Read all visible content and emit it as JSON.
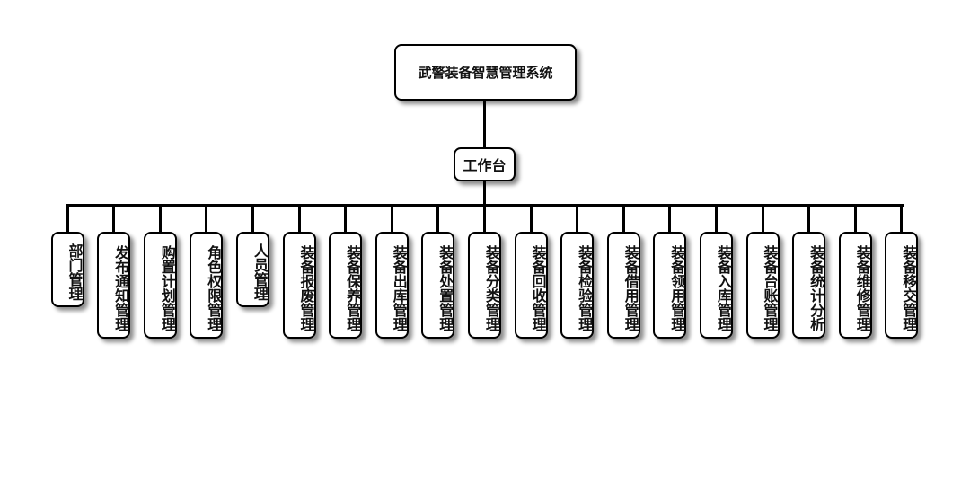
{
  "root": {
    "label": "武警装备智慧管理系统"
  },
  "workbench": {
    "label": "工作台"
  },
  "modules": [
    "部门管理",
    "发布通知管理",
    "购置计划管理",
    "角色权限管理",
    "人员管理",
    "装备报废管理",
    "装备保养管理",
    "装备出库管理",
    "装备处置管理",
    "装备分类管理",
    "装备回收管理",
    "装备检验管理",
    "装备借用管理",
    "装备领用管理",
    "装备入库管理",
    "装备台账管理",
    "装备统计分析",
    "装备维修管理",
    "装备移交管理"
  ]
}
